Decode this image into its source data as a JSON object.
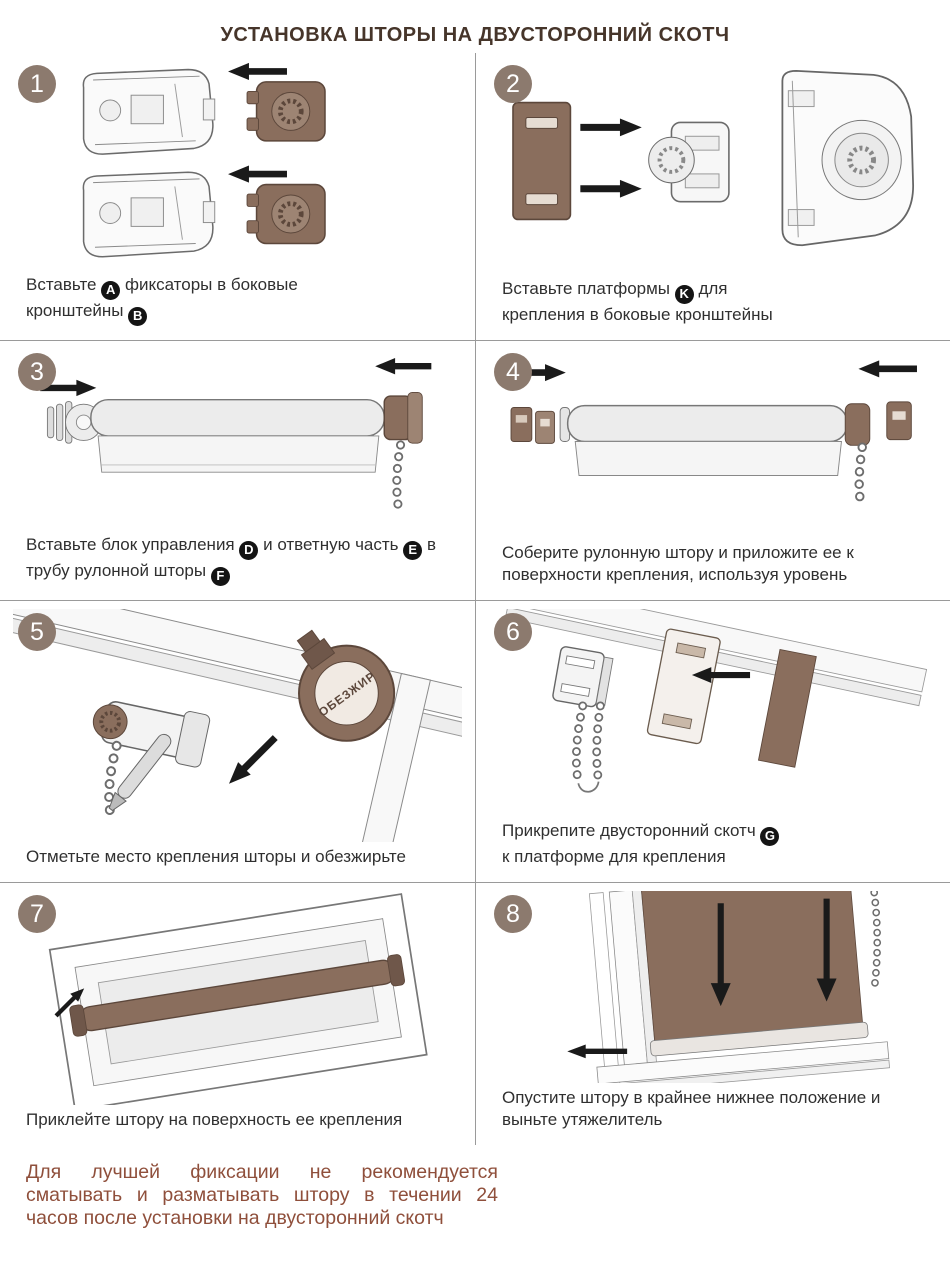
{
  "title": "УСТАНОВКА ШТОРЫ НА ДВУСТОРОННИЙ СКОТЧ",
  "footer_note": "Для лучшей фиксации не рекомендуется сматывать и разматывать штору в течении 24 часов после установки на двусторонний скотч",
  "labels": {
    "degreaser": "ОБЕЗЖИР"
  },
  "colors": {
    "accent_brown": "#8a6e5d",
    "dark_brown": "#5c473b",
    "step_circle": "#8c7a6e",
    "badge": "#141414",
    "title_text": "#46352a",
    "footer_text": "#8f4f3b"
  },
  "steps": [
    {
      "number": "1",
      "caption": {
        "s1": "Вставьте ",
        "b1": "A",
        "s2": " фиксаторы в боковые кронштейны ",
        "b2": "B"
      }
    },
    {
      "number": "2",
      "caption": {
        "s1": "Вставьте платформы ",
        "b1": "K",
        "s2": " для крепления в боковые кронштейны"
      }
    },
    {
      "number": "3",
      "caption": {
        "s1": "Вставьте блок управления ",
        "b1": "D",
        "s2": " и ответную часть ",
        "b2": "E",
        "s3": " в трубу рулонной шторы ",
        "b3": "F"
      }
    },
    {
      "number": "4",
      "caption": {
        "s1": "Соберите рулонную штору и приложите ее к поверхности крепления, используя уровень"
      }
    },
    {
      "number": "5",
      "caption": {
        "s1": "Отметьте место крепления шторы и обезжирьте"
      }
    },
    {
      "number": "6",
      "caption": {
        "s1": "Прикрепите двусторонний скотч ",
        "b1": "G",
        "s2": " к платформе для крепления"
      }
    },
    {
      "number": "7",
      "caption": {
        "s1": "Приклейте штору на поверхность ее крепления"
      }
    },
    {
      "number": "8",
      "caption": {
        "s1": "Опустите штору в крайнее нижнее положение и выньте утяжелитель"
      }
    }
  ]
}
